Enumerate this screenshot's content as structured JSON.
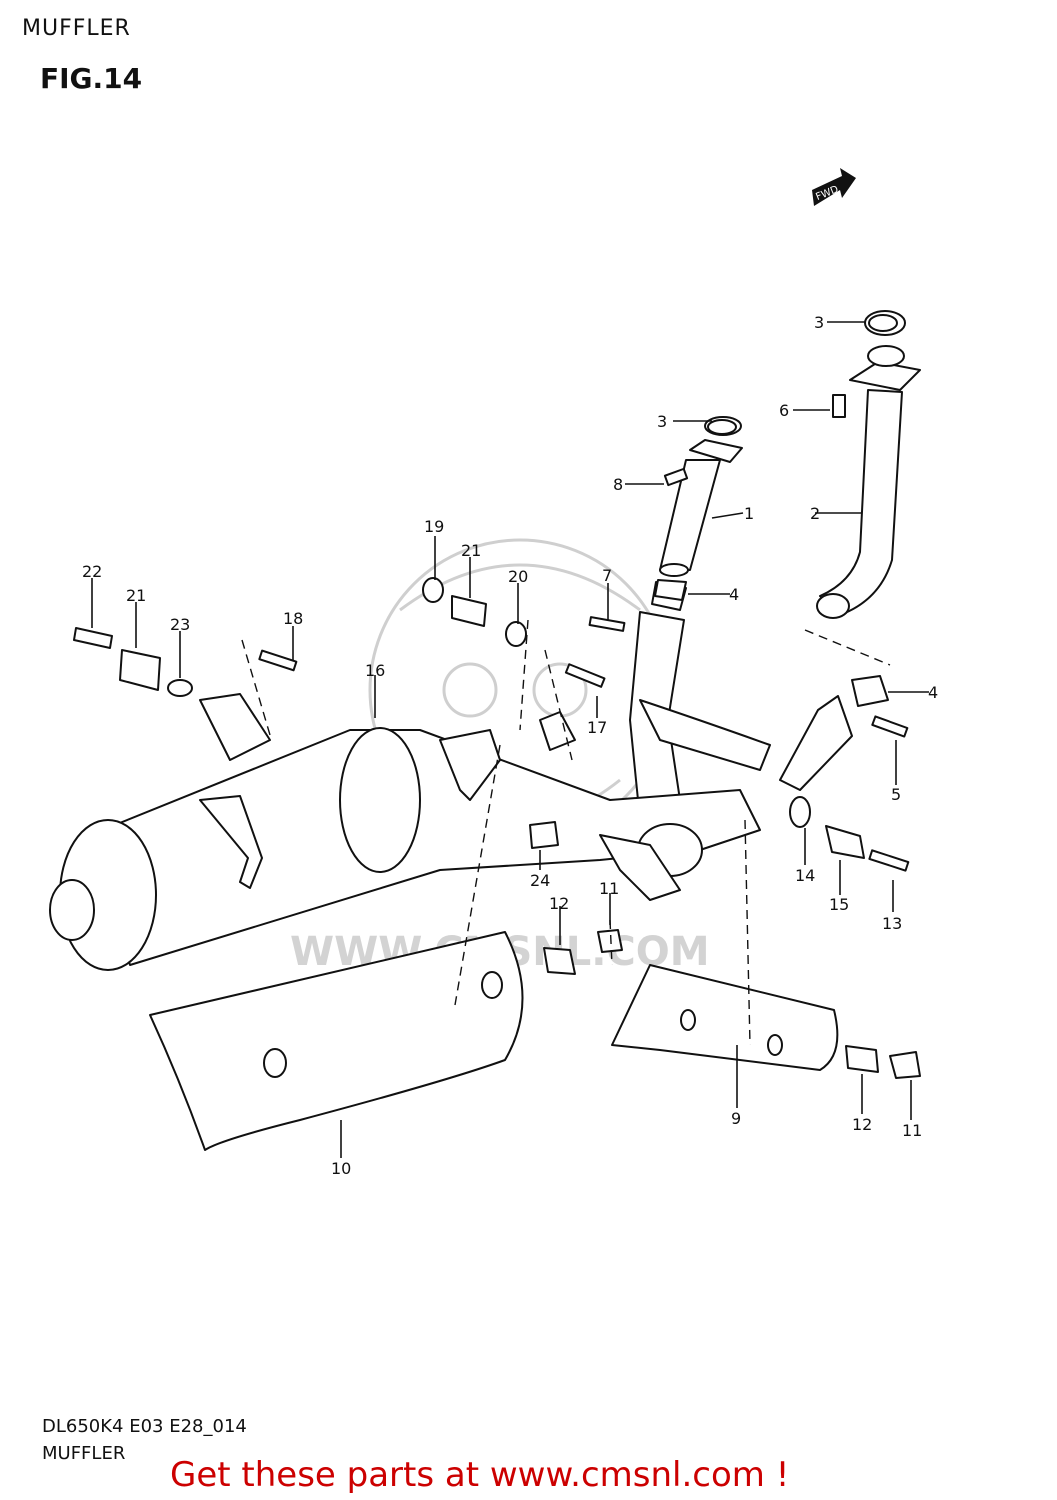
{
  "header": {
    "section": "MUFFLER",
    "figure": "FIG.14"
  },
  "fwd_label": "FWD",
  "watermark": "WWW.CMSNL.COM",
  "callouts": [
    {
      "num": "1"
    },
    {
      "num": "2"
    },
    {
      "num": "3"
    },
    {
      "num": "3"
    },
    {
      "num": "4"
    },
    {
      "num": "4"
    },
    {
      "num": "5"
    },
    {
      "num": "6"
    },
    {
      "num": "7"
    },
    {
      "num": "8"
    },
    {
      "num": "9"
    },
    {
      "num": "10"
    },
    {
      "num": "11"
    },
    {
      "num": "11"
    },
    {
      "num": "12"
    },
    {
      "num": "12"
    },
    {
      "num": "13"
    },
    {
      "num": "14"
    },
    {
      "num": "15"
    },
    {
      "num": "16"
    },
    {
      "num": "17"
    },
    {
      "num": "18"
    },
    {
      "num": "19"
    },
    {
      "num": "20"
    },
    {
      "num": "21"
    },
    {
      "num": "21"
    },
    {
      "num": "22"
    },
    {
      "num": "23"
    },
    {
      "num": "24"
    }
  ],
  "footer": {
    "model_code": "DL650K4 E03 E28_014",
    "title": "MUFFLER",
    "promo": "Get these parts at www.cmsnl.com !"
  },
  "colors": {
    "promo": "#cc0000",
    "line": "#111111",
    "watermark": "#d3d3d3"
  }
}
